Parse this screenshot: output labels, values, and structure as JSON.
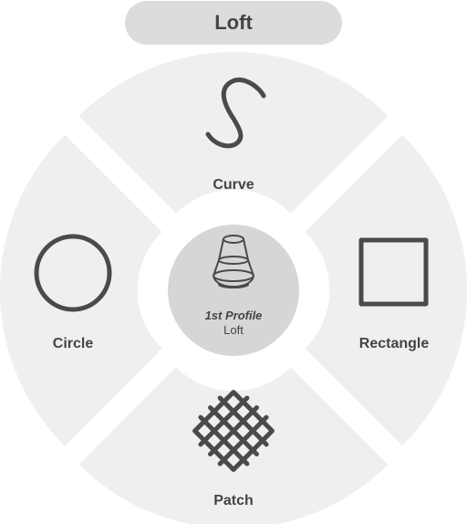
{
  "menu": {
    "title": "Loft",
    "center": {
      "title": "1st Profile",
      "subtitle": "Loft"
    },
    "items": [
      {
        "label": "Curve",
        "icon": "curve-icon"
      },
      {
        "label": "Rectangle",
        "icon": "rectangle-icon"
      },
      {
        "label": "Patch",
        "icon": "patch-icon"
      },
      {
        "label": "Circle",
        "icon": "circle-icon"
      }
    ]
  },
  "colors": {
    "sector_fill": "#efefef",
    "pill_fill": "#dcdcdc",
    "center_fill": "#d6d6d6",
    "icon_stroke": "#4a4a4a",
    "text": "#444444"
  }
}
